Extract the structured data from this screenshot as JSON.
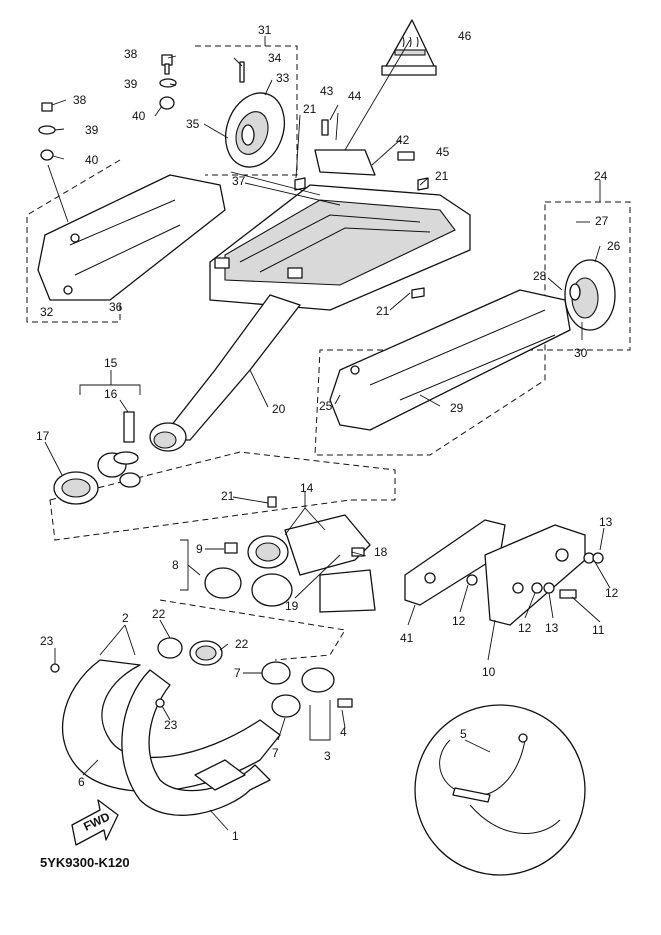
{
  "diagram": {
    "part_code": "5YK9300-K120",
    "fwd_label": "FWD",
    "callouts": [
      {
        "id": "c1",
        "text": "1"
      },
      {
        "id": "c2",
        "text": "2"
      },
      {
        "id": "c3",
        "text": "3"
      },
      {
        "id": "c4",
        "text": "4"
      },
      {
        "id": "c5",
        "text": "5"
      },
      {
        "id": "c6",
        "text": "6"
      },
      {
        "id": "c7a",
        "text": "7"
      },
      {
        "id": "c7b",
        "text": "7"
      },
      {
        "id": "c8",
        "text": "8"
      },
      {
        "id": "c9",
        "text": "9"
      },
      {
        "id": "c10",
        "text": "10"
      },
      {
        "id": "c11",
        "text": "11"
      },
      {
        "id": "c12a",
        "text": "12"
      },
      {
        "id": "c12b",
        "text": "12"
      },
      {
        "id": "c12c",
        "text": "12"
      },
      {
        "id": "c13a",
        "text": "13"
      },
      {
        "id": "c13b",
        "text": "13"
      },
      {
        "id": "c14",
        "text": "14"
      },
      {
        "id": "c15",
        "text": "15"
      },
      {
        "id": "c16",
        "text": "16"
      },
      {
        "id": "c17",
        "text": "17"
      },
      {
        "id": "c18",
        "text": "18"
      },
      {
        "id": "c19",
        "text": "19"
      },
      {
        "id": "c20",
        "text": "20"
      },
      {
        "id": "c21a",
        "text": "21"
      },
      {
        "id": "c21b",
        "text": "21"
      },
      {
        "id": "c21c",
        "text": "21"
      },
      {
        "id": "c21d",
        "text": "21"
      },
      {
        "id": "c22a",
        "text": "22"
      },
      {
        "id": "c22b",
        "text": "22"
      },
      {
        "id": "c23a",
        "text": "23"
      },
      {
        "id": "c23b",
        "text": "23"
      },
      {
        "id": "c24",
        "text": "24"
      },
      {
        "id": "c25",
        "text": "25"
      },
      {
        "id": "c26",
        "text": "26"
      },
      {
        "id": "c27",
        "text": "27"
      },
      {
        "id": "c28",
        "text": "28"
      },
      {
        "id": "c29",
        "text": "29"
      },
      {
        "id": "c30",
        "text": "30"
      },
      {
        "id": "c31",
        "text": "31"
      },
      {
        "id": "c32",
        "text": "32"
      },
      {
        "id": "c33",
        "text": "33"
      },
      {
        "id": "c34",
        "text": "34"
      },
      {
        "id": "c35",
        "text": "35"
      },
      {
        "id": "c36",
        "text": "36"
      },
      {
        "id": "c37",
        "text": "37"
      },
      {
        "id": "c38a",
        "text": "38"
      },
      {
        "id": "c38b",
        "text": "38"
      },
      {
        "id": "c39a",
        "text": "39"
      },
      {
        "id": "c39b",
        "text": "39"
      },
      {
        "id": "c40a",
        "text": "40"
      },
      {
        "id": "c40b",
        "text": "40"
      },
      {
        "id": "c41",
        "text": "41"
      },
      {
        "id": "c42",
        "text": "42"
      },
      {
        "id": "c43",
        "text": "43"
      },
      {
        "id": "c44",
        "text": "44"
      },
      {
        "id": "c45",
        "text": "45"
      },
      {
        "id": "c46",
        "text": "46"
      }
    ]
  }
}
